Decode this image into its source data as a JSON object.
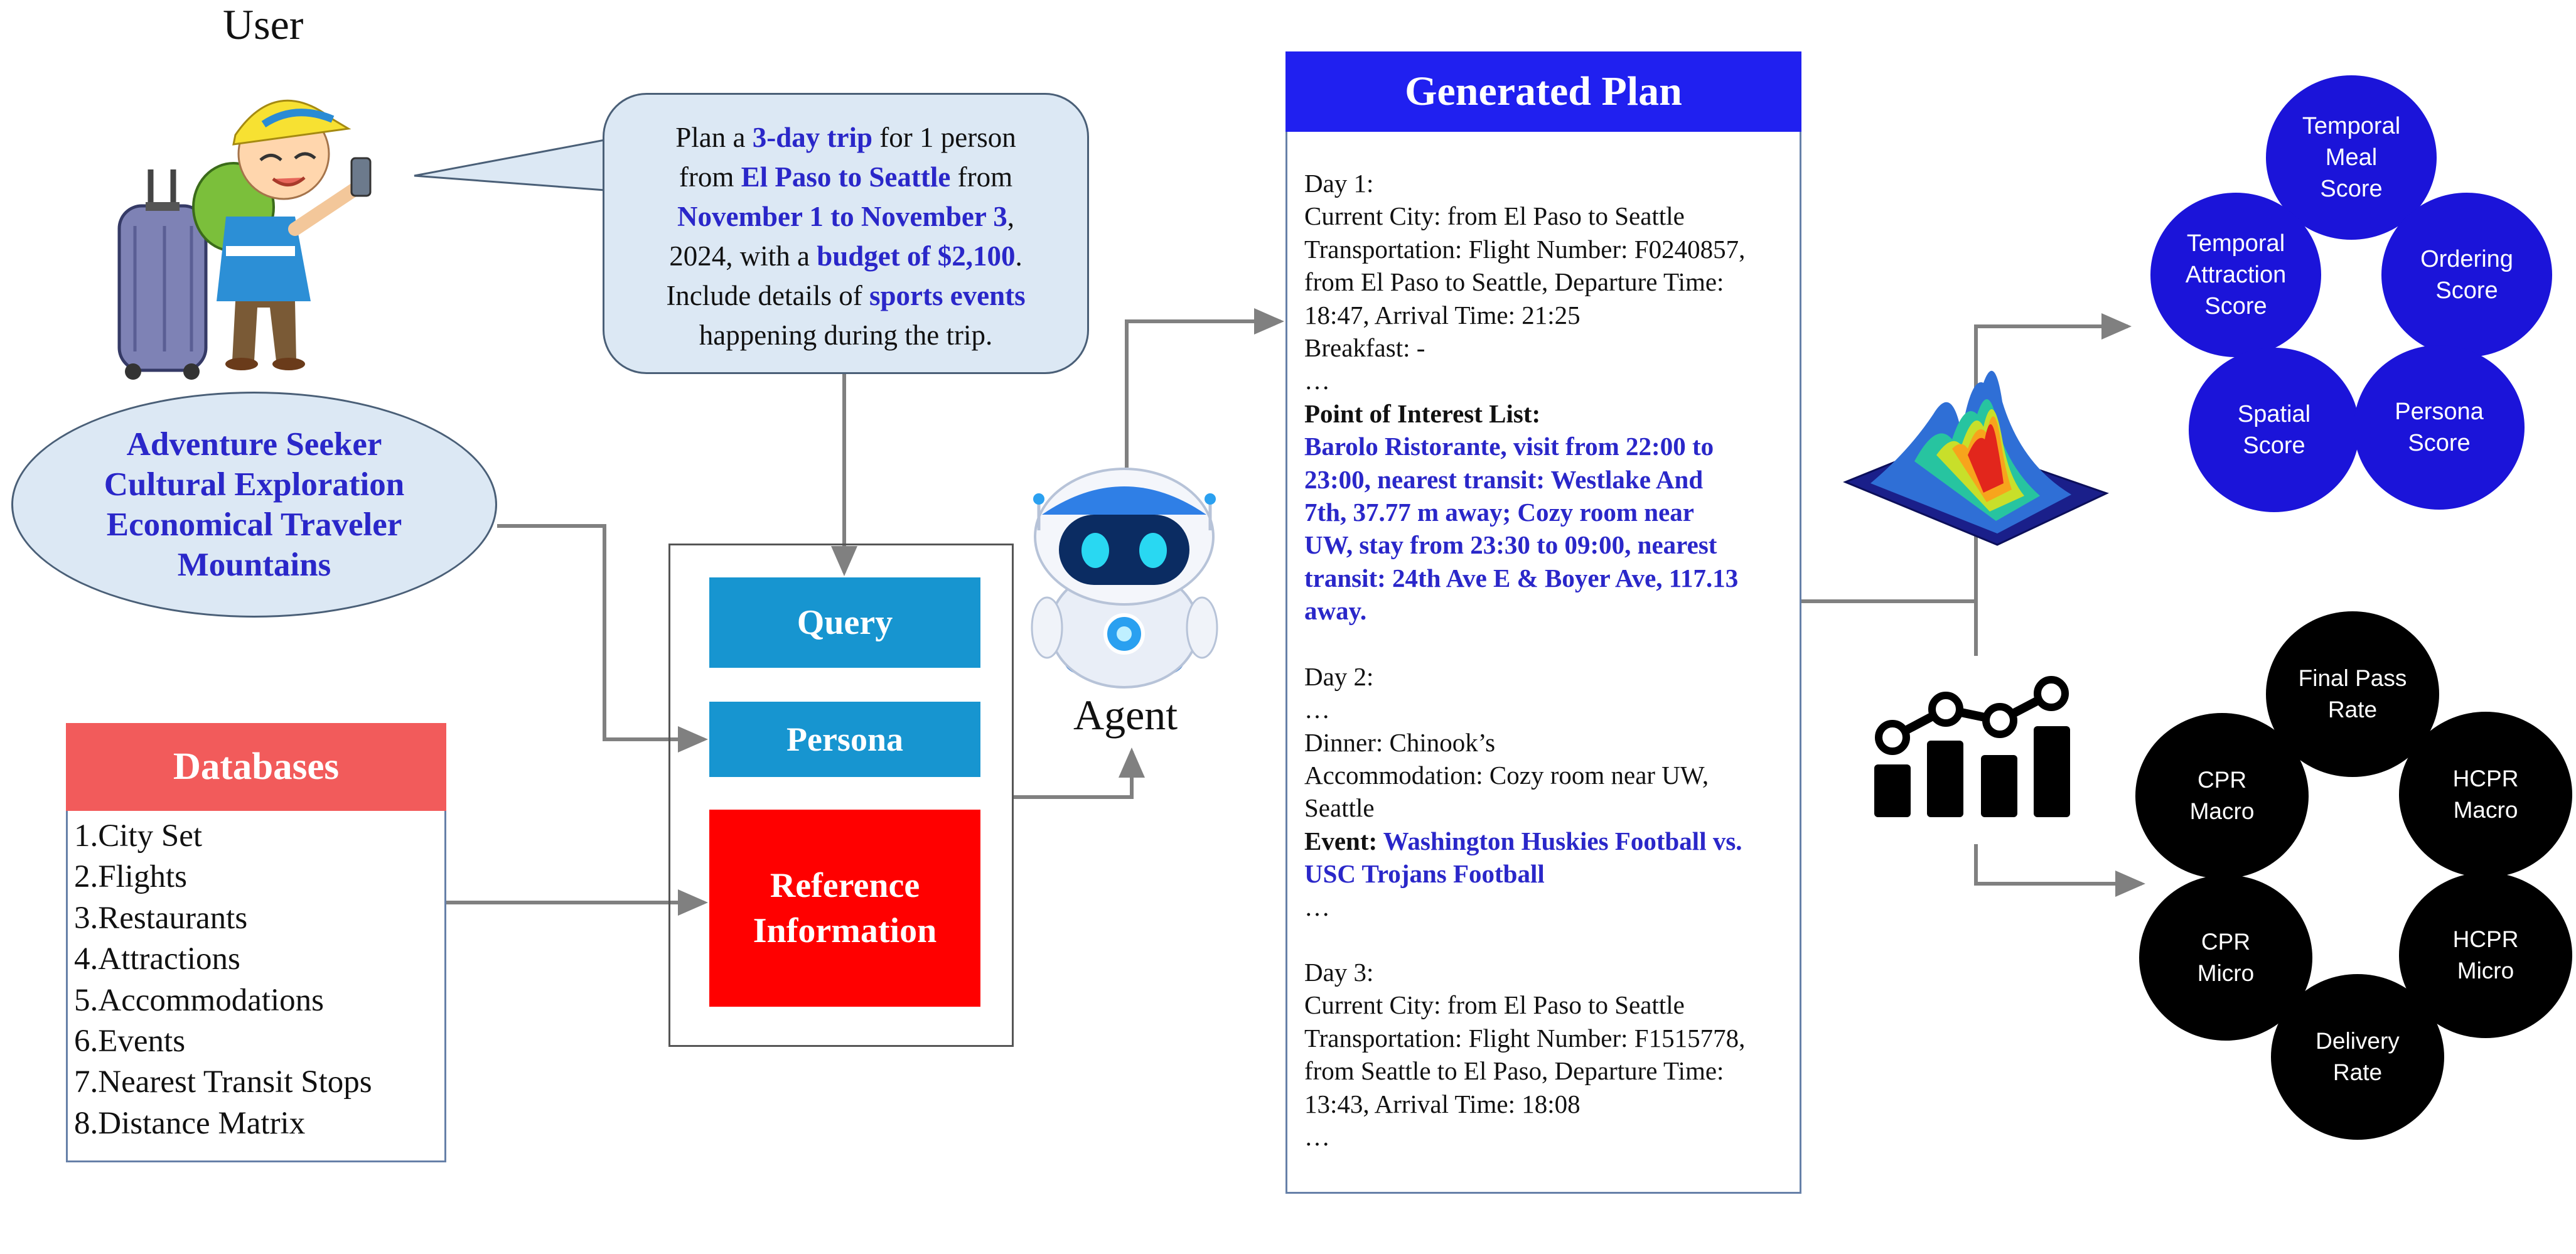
{
  "user": {
    "title": "User",
    "request": [
      [
        {
          "t": "Plan a "
        },
        {
          "t": "3-day trip",
          "b": true
        },
        {
          "t": " for 1 person"
        }
      ],
      [
        {
          "t": "from "
        },
        {
          "t": "El Paso to Seattle",
          "b": true
        },
        {
          "t": " from"
        }
      ],
      [
        {
          "t": "November 1 to November 3",
          "b": true
        },
        {
          "t": ","
        }
      ],
      [
        {
          "t": "2024, with a "
        },
        {
          "t": "budget of $2,100",
          "b": true
        },
        {
          "t": "."
        }
      ],
      [
        {
          "t": "Include details of "
        },
        {
          "t": "sports events",
          "b": true
        }
      ],
      [
        {
          "t": "happening during the trip."
        }
      ]
    ]
  },
  "persona": [
    "Adventure Seeker",
    "Cultural Exploration",
    "Economical Traveler",
    "Mountains"
  ],
  "databases": {
    "title": "Databases",
    "items": [
      "1.City Set",
      "2.Flights",
      "3.Restaurants",
      "4.Attractions",
      "5.Accommodations",
      "6.Events",
      "7.Nearest Transit Stops",
      "8.Distance Matrix"
    ]
  },
  "inputs": {
    "query": "Query",
    "persona": "Persona",
    "reference_line1": "Reference",
    "reference_line2": "Information"
  },
  "agent": {
    "label": "Agent"
  },
  "plan": {
    "title": "Generated Plan",
    "lines": [
      [
        {
          "t": "Day 1:"
        }
      ],
      [
        {
          "t": "Current City: from El Paso to Seattle"
        }
      ],
      [
        {
          "t": "Transportation: Flight Number: F0240857,"
        }
      ],
      [
        {
          "t": "from El Paso to Seattle, Departure Time:"
        }
      ],
      [
        {
          "t": "18:47, Arrival Time: 21:25"
        }
      ],
      [
        {
          "t": "Breakfast: -"
        }
      ],
      [
        {
          "t": "…"
        }
      ],
      [
        {
          "t": "Point of Interest List:",
          "k": true
        }
      ],
      [
        {
          "t": "Barolo Ristorante, visit from 22:00 to",
          "b": true
        }
      ],
      [
        {
          "t": "23:00, nearest transit: Westlake And",
          "b": true
        }
      ],
      [
        {
          "t": "7th, 37.77 m away; Cozy room near",
          "b": true
        }
      ],
      [
        {
          "t": "UW, stay from 23:30 to 09:00, nearest",
          "b": true
        }
      ],
      [
        {
          "t": "transit: 24th Ave E & Boyer Ave, 117.13",
          "b": true
        }
      ],
      [
        {
          "t": "away.",
          "b": true
        }
      ],
      [],
      [
        {
          "t": "Day 2:"
        }
      ],
      [
        {
          "t": "…"
        }
      ],
      [
        {
          "t": "Dinner: Chinook’s"
        }
      ],
      [
        {
          "t": "Accommodation: Cozy room near UW,"
        }
      ],
      [
        {
          "t": "Seattle"
        }
      ],
      [
        {
          "t": "Event: ",
          "k": true
        },
        {
          "t": "Washington Huskies Football vs.",
          "b": true
        }
      ],
      [
        {
          "t": "USC Trojans Football",
          "b": true
        }
      ],
      [
        {
          "t": "…"
        }
      ],
      [],
      [
        {
          "t": "Day 3:"
        }
      ],
      [
        {
          "t": "Current City: from El Paso to Seattle"
        }
      ],
      [
        {
          "t": "Transportation: Flight Number: F1515778,"
        }
      ],
      [
        {
          "t": "from Seattle to El Paso, Departure Time:"
        }
      ],
      [
        {
          "t": "13:43, Arrival Time: 18:08"
        }
      ],
      [
        {
          "t": "…"
        }
      ]
    ]
  },
  "colors": {
    "accent_blue": "#2a27c9",
    "plan_header": "#2020f0",
    "db_header": "#f25b5b",
    "query_box": "#1795d0",
    "reference_box": "#ff0000",
    "score_circle": "#1b14d9",
    "metric_circle": "#000000"
  },
  "scores": {
    "temporal_meal": "Temporal\nMeal\nScore",
    "temporal_attraction": "Temporal\nAttraction\nScore",
    "ordering": "Ordering\nScore",
    "spatial": "Spatial\nScore",
    "persona": "Persona\nScore"
  },
  "metrics": {
    "final_pass": "Final Pass\nRate",
    "cpr_macro": "CPR\nMacro",
    "hcpr_macro": "HCPR\nMacro",
    "cpr_micro": "CPR\nMicro",
    "hcpr_micro": "HCPR\nMicro",
    "delivery": "Delivery\nRate"
  }
}
